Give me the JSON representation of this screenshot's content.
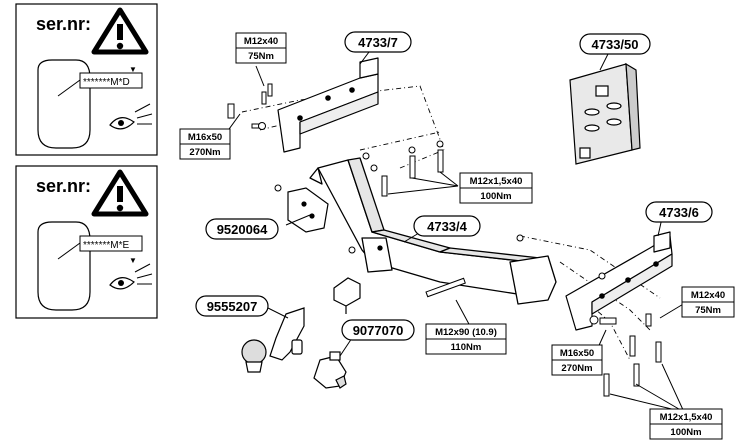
{
  "panels": [
    {
      "label": "ser.nr:",
      "code": "*******M*D",
      "marker": "▼"
    },
    {
      "label": "ser.nr:",
      "code": "*******M*E",
      "marker": "▼"
    }
  ],
  "parts": [
    {
      "id": "p1",
      "text": "4733/7"
    },
    {
      "id": "p2",
      "text": "4733/50"
    },
    {
      "id": "p3",
      "text": "9520064"
    },
    {
      "id": "p4",
      "text": "4733/4"
    },
    {
      "id": "p5",
      "text": "4733/6"
    },
    {
      "id": "p6",
      "text": "9555207"
    },
    {
      "id": "p7",
      "text": "9077070"
    }
  ],
  "specs": [
    {
      "id": "s1",
      "bolt": "M12x40",
      "torque": "75Nm"
    },
    {
      "id": "s2",
      "bolt": "M16x50",
      "torque": "270Nm"
    },
    {
      "id": "s3",
      "bolt": "M12x1,5x40",
      "torque": "100Nm"
    },
    {
      "id": "s4",
      "bolt": "M12x40",
      "torque": "75Nm"
    },
    {
      "id": "s5",
      "bolt": "M12x90 (10.9)",
      "torque": "110Nm"
    },
    {
      "id": "s6",
      "bolt": "M16x50",
      "torque": "270Nm"
    },
    {
      "id": "s7",
      "bolt": "M12x1,5x40",
      "torque": "100Nm"
    }
  ]
}
